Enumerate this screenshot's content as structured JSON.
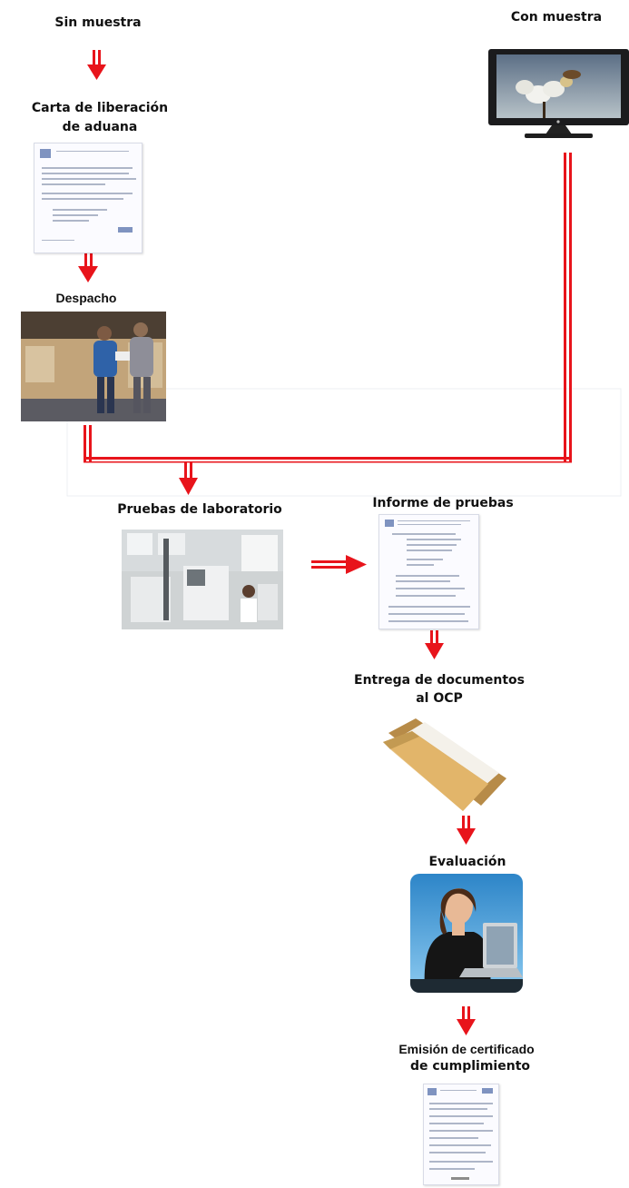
{
  "nodes": {
    "sin_muestra": "Sin muestra",
    "con_muestra": "Con muestra",
    "carta_line1": "Carta de liberación",
    "carta_line2": "de aduana",
    "despacho": "Despacho",
    "pruebas": "Pruebas de laboratorio",
    "informe": "Informe de pruebas",
    "entrega_line1": "Entrega de documentos",
    "entrega_line2": "al OCP",
    "evaluacion": "Evaluación",
    "emision_line1": "Emisión de certificado",
    "emision_line2": "de cumplimiento"
  },
  "icons": {
    "monitor": "tv-monitor-icon",
    "document": "document-icon",
    "folder": "folder-icon",
    "warehouse": "warehouse-photo",
    "laboratory": "laboratory-photo",
    "person": "person-at-laptop-photo"
  },
  "colors": {
    "arrow": "#e8141b",
    "text": "#111111"
  }
}
